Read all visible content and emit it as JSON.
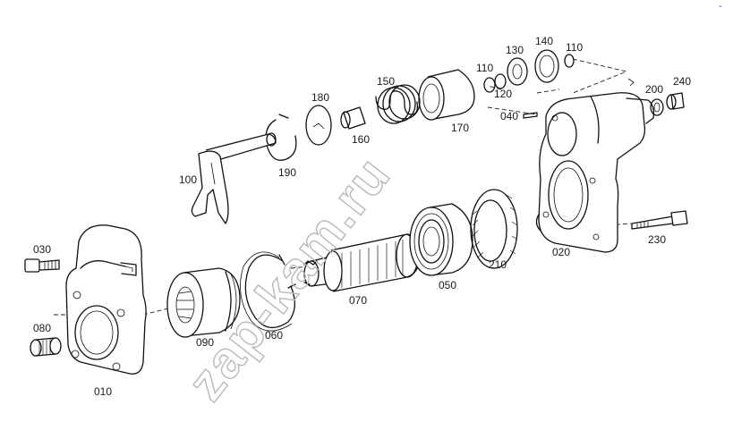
{
  "diagram": {
    "watermark": "zap-kam.ru",
    "corner_mark": "-",
    "part_labels": {
      "p010": "010",
      "p020": "020",
      "p030": "030",
      "p040": "040",
      "p050": "050",
      "p060": "060",
      "p070": "070",
      "p080": "080",
      "p090": "090",
      "p100": "100",
      "p110a": "110",
      "p110b": "110",
      "p120": "120",
      "p130": "130",
      "p140": "140",
      "p150": "150",
      "p160": "160",
      "p170": "170",
      "p180": "180",
      "p190": "190",
      "p200": "200",
      "p210": "210",
      "p230": "230",
      "p240": "240"
    }
  }
}
